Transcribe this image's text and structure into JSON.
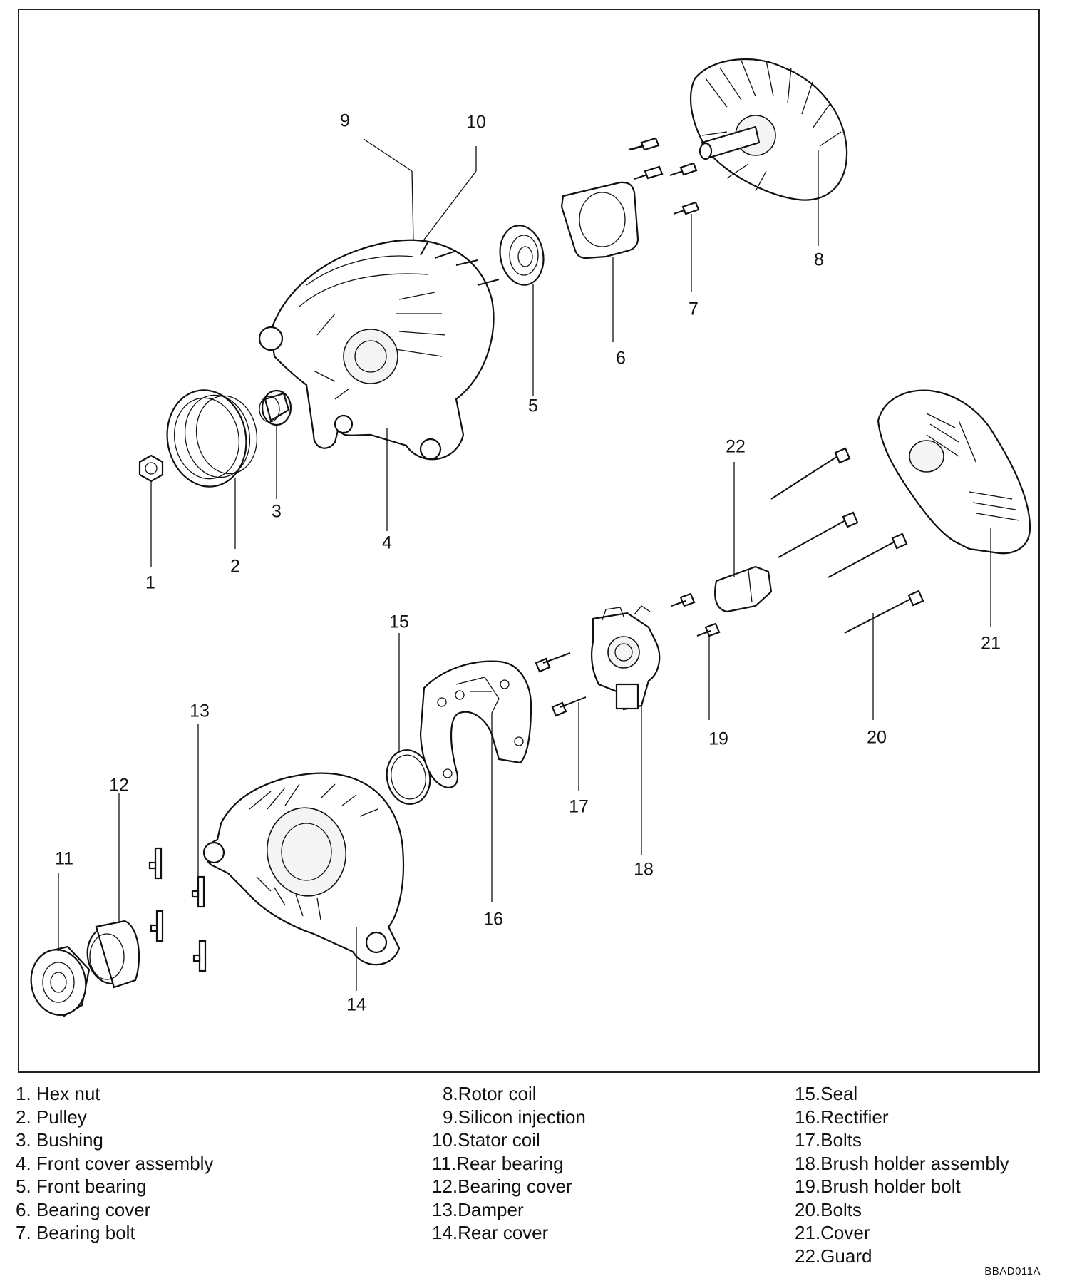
{
  "callouts": [
    "1",
    "2",
    "3",
    "4",
    "5",
    "6",
    "7",
    "8",
    "9",
    "10",
    "11",
    "12",
    "13",
    "14",
    "15",
    "16",
    "17",
    "18",
    "19",
    "20",
    "21",
    "22"
  ],
  "legend": {
    "col1": [
      "1. Hex nut",
      "2. Pulley",
      "3. Bushing",
      "4. Front cover assembly",
      "5. Front bearing",
      "6. Bearing cover",
      "7. Bearing bolt"
    ],
    "col2": [
      "8.Rotor coil",
      "9.Silicon injection",
      "10.Stator coil",
      "11.Rear bearing",
      "12.Bearing cover",
      "13.Damper",
      "14.Rear cover"
    ],
    "col3": [
      "15.Seal",
      "16.Rectifier",
      "17.Bolts",
      "18.Brush holder assembly",
      "19.Brush holder bolt",
      "20.Bolts",
      "21.Cover",
      "22.Guard"
    ]
  },
  "figure_code": "BBAD011A"
}
